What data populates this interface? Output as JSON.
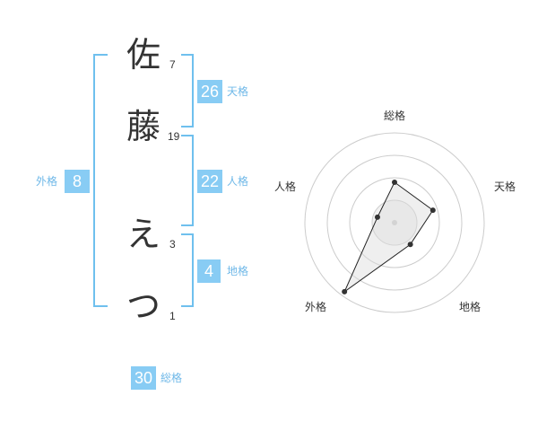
{
  "name": {
    "characters": [
      {
        "char": "佐",
        "strokes": "7"
      },
      {
        "char": "藤",
        "strokes": "19"
      },
      {
        "char": "え",
        "strokes": "3"
      },
      {
        "char": "つ",
        "strokes": "1"
      }
    ]
  },
  "kaku": {
    "tenkaku": {
      "value": "26",
      "label": "天格"
    },
    "jinkaku": {
      "value": "22",
      "label": "人格"
    },
    "chikaku": {
      "value": "4",
      "label": "地格"
    },
    "gaikaku": {
      "value": "8",
      "label": "外格"
    },
    "soukaku": {
      "value": "30",
      "label": "総格"
    }
  },
  "colors": {
    "accent": "#88ccf4",
    "bracket": "#6fc0ee",
    "label": "#6fb8e8"
  },
  "chart_data": {
    "type": "radar",
    "axes": [
      "総格",
      "天格",
      "地格",
      "外格",
      "人格"
    ],
    "values": [
      0.45,
      0.45,
      0.3,
      0.95,
      0.2
    ],
    "range": [
      0,
      1
    ],
    "rings": 4,
    "grid": true
  }
}
